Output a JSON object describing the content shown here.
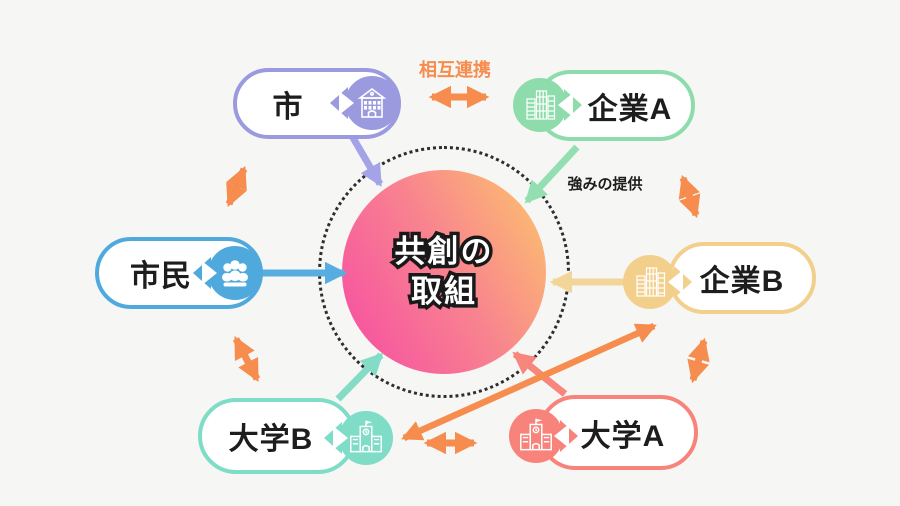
{
  "palette": {
    "background": "#f6f6f4",
    "orange_link": "#f68c4d",
    "ink": "#1d1d1d",
    "center_gradient_start": "#f64aa4",
    "center_gradient_end": "#fdc76b"
  },
  "center": {
    "line1": "共創の",
    "line2": "取組"
  },
  "annotations": {
    "mutual": "相互連携",
    "strength": "強みの提供"
  },
  "nodes": [
    {
      "id": "city",
      "label": "市",
      "color": "#9b9adf",
      "icon": "city-hall-icon"
    },
    {
      "id": "company-a",
      "label": "企業A",
      "color": "#8edcab",
      "icon": "buildings-icon"
    },
    {
      "id": "citizens",
      "label": "市民",
      "color": "#4fa9dd",
      "icon": "people-icon"
    },
    {
      "id": "company-b",
      "label": "企業B",
      "color": "#f3cf8c",
      "icon": "buildings-icon"
    },
    {
      "id": "univ-b",
      "label": "大学B",
      "color": "#7fdcc7",
      "icon": "school-icon"
    },
    {
      "id": "univ-a",
      "label": "大学A",
      "color": "#f8837b",
      "icon": "school-icon"
    }
  ],
  "relations": [
    {
      "from": "市",
      "to": "共創の取組",
      "type": "inflow"
    },
    {
      "from": "企業A",
      "to": "共創の取組",
      "type": "inflow",
      "note": "強みの提供"
    },
    {
      "from": "市民",
      "to": "共創の取組",
      "type": "inflow"
    },
    {
      "from": "企業B",
      "to": "共創の取組",
      "type": "inflow"
    },
    {
      "from": "大学B",
      "to": "共創の取組",
      "type": "inflow"
    },
    {
      "from": "大学A",
      "to": "共創の取組",
      "type": "inflow"
    },
    {
      "from": "市",
      "to": "企業A",
      "type": "mutual",
      "note": "相互連携"
    },
    {
      "from": "市",
      "to": "市民",
      "type": "mutual"
    },
    {
      "from": "市民",
      "to": "大学B",
      "type": "mutual"
    },
    {
      "from": "企業A",
      "to": "企業B",
      "type": "mutual"
    },
    {
      "from": "企業B",
      "to": "大学A",
      "type": "mutual"
    },
    {
      "from": "大学B",
      "to": "大学A",
      "type": "mutual"
    },
    {
      "from": "大学B",
      "to": "企業B",
      "type": "mutual"
    }
  ]
}
